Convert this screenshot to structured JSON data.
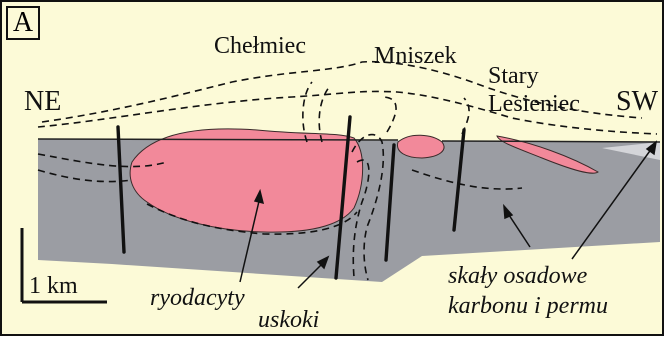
{
  "panel_letter": "A",
  "directions": {
    "left": "NE",
    "right": "SW"
  },
  "places": {
    "chelmiec": "Chełmiec",
    "mniszek": "Mniszek",
    "stary_lesieniec_line1": "Stary",
    "stary_lesieniec_line2": "Lesieniec"
  },
  "legend": {
    "rhyodacites": "ryodacyty",
    "faults": "uskoki",
    "sediments_line1": "skały osadowe",
    "sediments_line2": "karbonu i permu"
  },
  "scale_bar": {
    "label": "1 km"
  },
  "colors": {
    "background": "#fcfad7",
    "sedimentary_rock": "#9b9da3",
    "rhyodacite": "#f2899a",
    "light_gray_wedge": "#d4d5d9",
    "outline": "#111111"
  }
}
